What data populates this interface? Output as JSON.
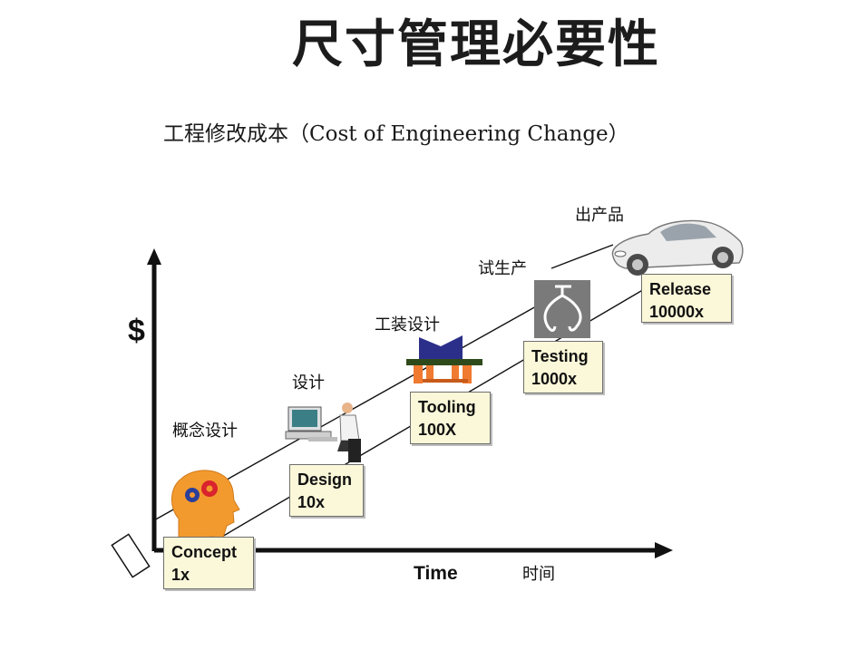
{
  "title": "尺寸管理必要性",
  "subtitle": "工程修改成本（Cost of Engineering Change）",
  "axes": {
    "y_label": "$",
    "x_label": "Time",
    "x_label_cn": "时间"
  },
  "stages": [
    {
      "name": "Concept",
      "multiplier": "1x",
      "cn_label": "概念设计"
    },
    {
      "name": "Design",
      "multiplier": "10x",
      "cn_label": "设计"
    },
    {
      "name": "Tooling",
      "multiplier": "100X",
      "cn_label": "工装设计"
    },
    {
      "name": "Testing",
      "multiplier": "1000x",
      "cn_label": "试生产"
    },
    {
      "name": "Release",
      "multiplier": "10000x",
      "cn_label": "出产品"
    }
  ],
  "colors": {
    "box_fill": "#fbf8d9",
    "head": "#f39a2e",
    "gear_red": "#d9232d",
    "gear_blue": "#2a3f9a",
    "tooling_top": "#2b2f8a",
    "tooling_orange": "#f07a30"
  }
}
